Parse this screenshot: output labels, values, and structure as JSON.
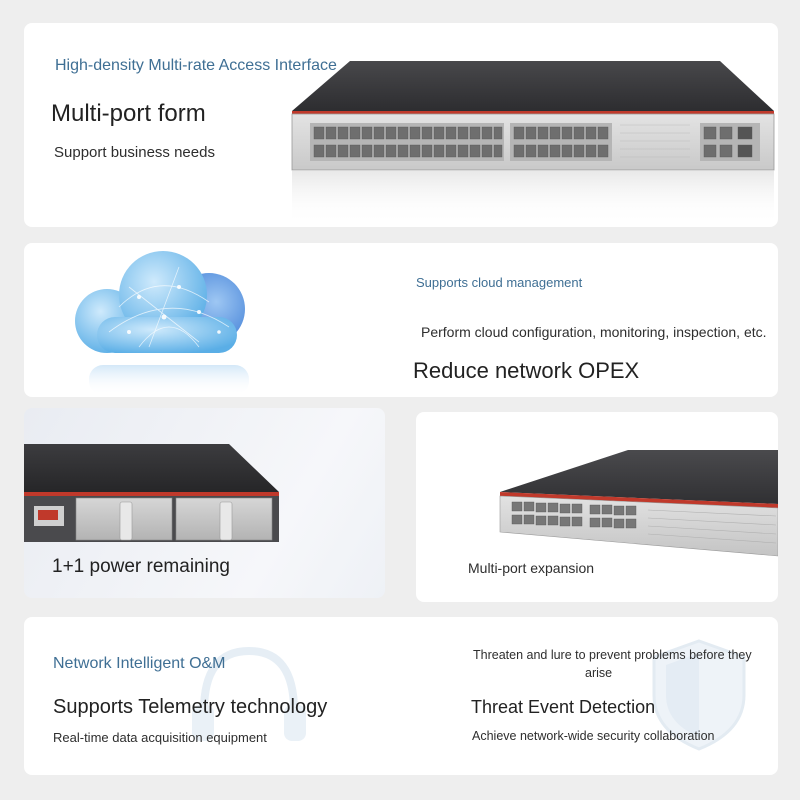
{
  "section1": {
    "kicker": "High-density Multi-rate Access Interface",
    "title": "Multi-port form",
    "subtitle": "Support business needs"
  },
  "section2": {
    "kicker": "Supports cloud management",
    "description": "Perform cloud configuration, monitoring, inspection, etc.",
    "title": "Reduce network OPEX"
  },
  "section3": {
    "caption": "1+1 power remaining"
  },
  "section4": {
    "caption": "Multi-port expansion"
  },
  "section5": {
    "kicker": "Network Intelligent O&M",
    "left_title": "Supports Telemetry technology",
    "left_subtitle": "Real-time data acquisition equipment",
    "right_line1": "Threaten and lure to prevent problems before they",
    "right_line2": "arise",
    "right_title": "Threat Event Detection",
    "right_subtitle": "Achieve network-wide security collaboration"
  },
  "colors": {
    "accent_blue": "#3f6f94",
    "device_red": "#c0392b",
    "device_top": "#3a3a3c"
  }
}
